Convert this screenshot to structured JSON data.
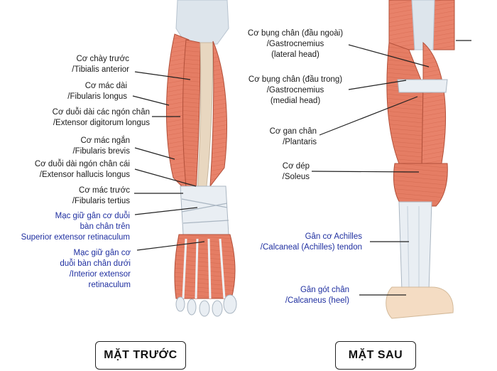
{
  "front_view": {
    "title": "MẶT TRƯỚC",
    "labels": [
      {
        "id": "tibialis-anterior",
        "lines": [
          "Cơ chày trước",
          "/Tibialis anterior"
        ],
        "blue": false
      },
      {
        "id": "fibularis-longus",
        "lines": [
          "Cơ mác dài",
          "/Fibularis longus"
        ],
        "blue": false
      },
      {
        "id": "extensor-digitorum-longus",
        "lines": [
          "Cơ duỗi dài các ngón chân",
          "/Extensor digitorum longus"
        ],
        "blue": false
      },
      {
        "id": "fibularis-brevis",
        "lines": [
          "Cơ mác ngắn",
          "/Fibularis brevis"
        ],
        "blue": false
      },
      {
        "id": "extensor-hallucis-longus",
        "lines": [
          "Cơ duỗi dài ngón chân cái",
          "/Extensor hallucis longus"
        ],
        "blue": false
      },
      {
        "id": "fibularis-tertius",
        "lines": [
          "Cơ mác trước",
          "/Fibularis tertius"
        ],
        "blue": false
      },
      {
        "id": "superior-extensor-retinaculum",
        "lines": [
          "Mạc giữ gân cơ duỗi",
          "bàn chân trên",
          "Superior extensor retinaculum"
        ],
        "blue": true
      },
      {
        "id": "inferior-extensor-retinaculum",
        "lines": [
          "Mạc giữ gân cơ",
          "duỗi bàn chân dưới",
          "/Interior extensor",
          "retinaculum"
        ],
        "blue": true
      }
    ]
  },
  "back_view": {
    "title": "MẶT SAU",
    "labels": [
      {
        "id": "gastrocnemius-lateral",
        "lines": [
          "Cơ bụng chân (đầu ngoài)",
          "/Gastrocnemius",
          "(lateral head)"
        ],
        "blue": false
      },
      {
        "id": "gastrocnemius-medial",
        "lines": [
          "Cơ bụng chân (đầu trong)",
          "/Gastrocnemius",
          "(medial head)"
        ],
        "blue": false
      },
      {
        "id": "plantaris",
        "lines": [
          "Cơ gan chân",
          "/Plantaris"
        ],
        "blue": false
      },
      {
        "id": "soleus",
        "lines": [
          "Cơ dép",
          "/Soleus"
        ],
        "blue": false
      },
      {
        "id": "achilles-tendon",
        "lines": [
          "Gân cơ Achilles",
          "/Calcaneal (Achilles) tendon"
        ],
        "blue": true
      },
      {
        "id": "calcaneus",
        "lines": [
          "Gân gót chân",
          "/Calcaneus (heel)"
        ],
        "blue": true
      }
    ]
  },
  "colors": {
    "muscle": "#e8826a",
    "muscle_dark": "#c9583f",
    "tendon": "#e9eef3",
    "bone": "#e8d7c0",
    "label_blue": "#1f2fa0",
    "leader": "#222222"
  }
}
